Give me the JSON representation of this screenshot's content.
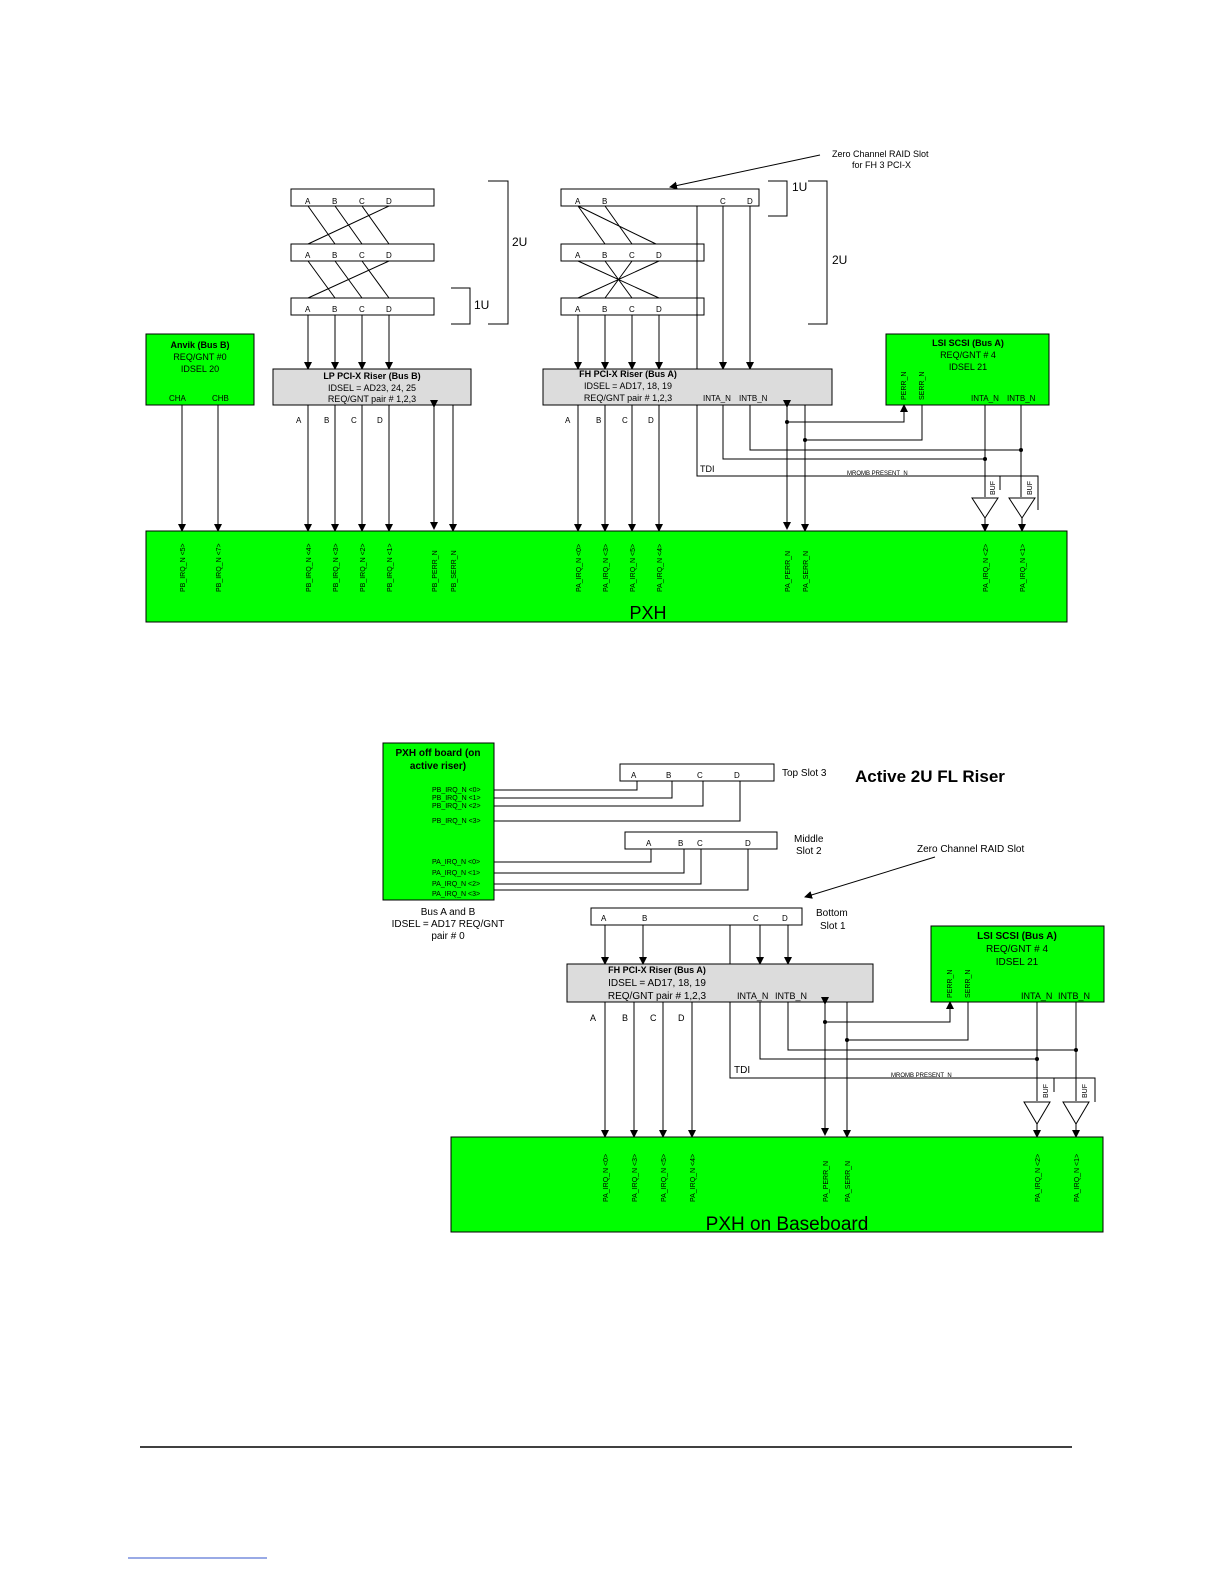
{
  "diagram1": {
    "slot_pins": [
      "A",
      "B",
      "C",
      "D"
    ],
    "brace_2u_left": "2U",
    "brace_1u_left": "1U",
    "brace_1u_right": "1U",
    "brace_2u_right": "2U",
    "zcr_note_line1": "Zero Channel RAID Slot",
    "zcr_note_line2": "for FH 3 PCI-X",
    "anvik": {
      "title": "Anvik (Bus B)",
      "line1": "REQ/GNT #0",
      "line2": "IDSEL 20",
      "cha": "CHA",
      "chb": "CHB"
    },
    "lp_riser": {
      "title": "LP PCI-X Riser (Bus B)",
      "line1": "IDSEL = AD23, 24, 25",
      "line2": "REQ/GNT pair # 1,2,3"
    },
    "fh_riser": {
      "title": "FH PCI-X Riser (Bus A)",
      "line1": "IDSEL = AD17, 18, 19",
      "line2": "REQ/GNT pair # 1,2,3",
      "inta": "INTA_N",
      "intb": "INTB_N"
    },
    "lsi": {
      "title": "LSI SCSI (Bus A)",
      "line1": "REQ/GNT # 4",
      "line2": "IDSEL 21",
      "perr": "PERR_N",
      "serr": "SERR_N",
      "inta": "INTA_N",
      "intb": "INTB_N"
    },
    "below_lp": [
      "A",
      "B",
      "C",
      "D"
    ],
    "below_fh": [
      "A",
      "B",
      "C",
      "D"
    ],
    "tdi": "TDI",
    "mromb": "MROMB PRESENT_N",
    "buf": "BUF",
    "pxh_title": "PXH",
    "pxh_pins": [
      "PB_IRQ_N <5>",
      "PB_IRQ_N <7>",
      "PB_IRQ_N <4>",
      "PB_IRQ_N <3>",
      "PB_IRQ_N <2>",
      "PB_IRQ_N <1>",
      "PB_PERR_N",
      "PB_SERR_N",
      "PA_IRQ_N <0>",
      "PA_IRQ_N <3>",
      "PA_IRQ_N <5>",
      "PA_IRQ_N <4>",
      "PA_PERR_N",
      "PA_SERR_N",
      "PA_IRQ_N <2>",
      "PA_IRQ_N <1>"
    ]
  },
  "diagram2": {
    "title": "Active 2U FL Riser",
    "pxh_off": {
      "line1": "PXH off board (on",
      "line2": "active riser)",
      "pins": [
        "PB_IRQ_N <0>",
        "PB_IRQ_N <1>",
        "PB_IRQ_N <2>",
        "PB_IRQ_N <3>",
        "PA_IRQ_N <0>",
        "PA_IRQ_N <1>",
        "PA_IRQ_N <2>",
        "PA_IRQ_N <3>"
      ]
    },
    "bus_note": {
      "line1": "Bus A and B",
      "line2": "IDSEL = AD17 REQ/GNT",
      "line3": "pair # 0"
    },
    "slot_pins": [
      "A",
      "B",
      "C",
      "D"
    ],
    "top_slot": "Top Slot 3",
    "middle_slot_1": "Middle",
    "middle_slot_2": "Slot 2",
    "bottom_slot_1": "Bottom",
    "bottom_slot_2": "Slot 1",
    "zcr_note": "Zero Channel RAID Slot",
    "fh_riser": {
      "title": "FH PCI-X Riser (Bus A)",
      "line1": "IDSEL = AD17, 18, 19",
      "line2": "REQ/GNT pair # 1,2,3",
      "inta": "INTA_N",
      "intb": "INTB_N"
    },
    "lsi": {
      "title": "LSI SCSI (Bus A)",
      "line1": "REQ/GNT # 4",
      "line2": "IDSEL 21",
      "perr": "PERR_N",
      "serr": "SERR_N",
      "inta": "INTA_N",
      "intb": "INTB_N"
    },
    "below_fh": [
      "A",
      "B",
      "C",
      "D"
    ],
    "tdi": "TDI",
    "mromb": "MROMB PRESENT_N",
    "buf": "BUF",
    "pxh_title": "PXH on Baseboard",
    "pxh_pins": [
      "PA_IRQ_N <0>",
      "PA_IRQ_N <3>",
      "PA_IRQ_N <5>",
      "PA_IRQ_N <4>",
      "PA_PERR_N",
      "PA_SERR_N",
      "PA_IRQ_N <2>",
      "PA_IRQ_N <1>"
    ]
  }
}
